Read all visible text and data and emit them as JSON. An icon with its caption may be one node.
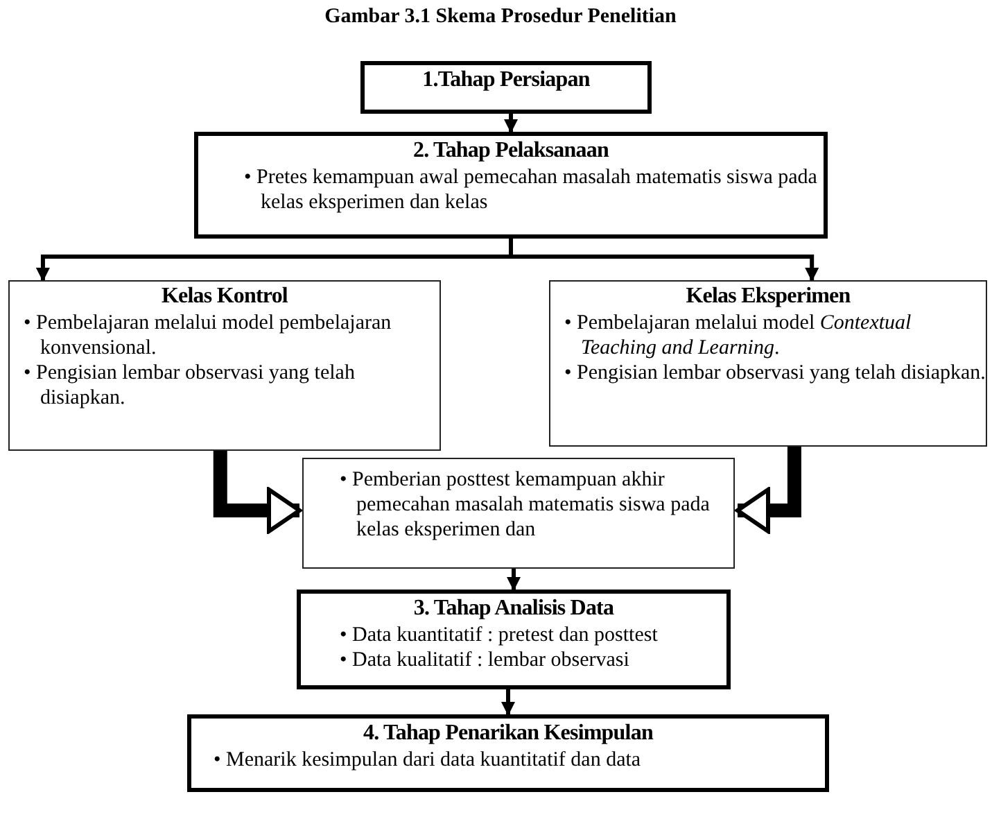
{
  "diagram": {
    "title": "Gambar 3.1 Skema Prosedur Penelitian",
    "nodes": [
      {
        "text": [
          "1.Tahap Persiapan"
        ]
      },
      {
        "text": [
          "2. Tahap Pelaksanaan",
          "• Pretes kemampuan awal pemecahan masalah matematis siswa pada kelas eksperimen dan kelas"
        ]
      },
      {
        "text": [
          "Kelas Kontrol",
          "• Pembelajaran melalui model pembelajaran konvensional.",
          "• Pengisian lembar observasi yang telah disiapkan."
        ]
      },
      {
        "text": [
          "Kelas Eksperimen",
          "• Pembelajaran melalui model *Contextual Teaching and Learning*.",
          "• Pengisian lembar observasi yang telah disiapkan."
        ]
      },
      {
        "text": [
          "• Pemberian posttest kemampuan akhir pemecahan masalah matematis siswa pada kelas eksperimen dan"
        ]
      },
      {
        "text": [
          "3. Tahap Analisis Data",
          "• Data kuantitatif : pretest dan posttest",
          "• Data kualitatif : lembar observasi"
        ]
      },
      {
        "text": [
          "4. Tahap Penarikan Kesimpulan",
          "• Menarik kesimpulan dari data kuantitatif dan data"
        ]
      }
    ],
    "edges": [
      {
        "from": 0,
        "to": 1,
        "arrow": "to"
      },
      {
        "from": 1,
        "to": 2,
        "arrow": "to"
      },
      {
        "from": 1,
        "to": 3,
        "arrow": "to"
      },
      {
        "from": 2,
        "to": 4,
        "arrow": "to",
        "style": "thick"
      },
      {
        "from": 3,
        "to": 4,
        "arrow": "to",
        "style": "thick"
      },
      {
        "from": 4,
        "to": 5,
        "arrow": "to"
      },
      {
        "from": 5,
        "to": 6,
        "arrow": "to"
      }
    ]
  }
}
